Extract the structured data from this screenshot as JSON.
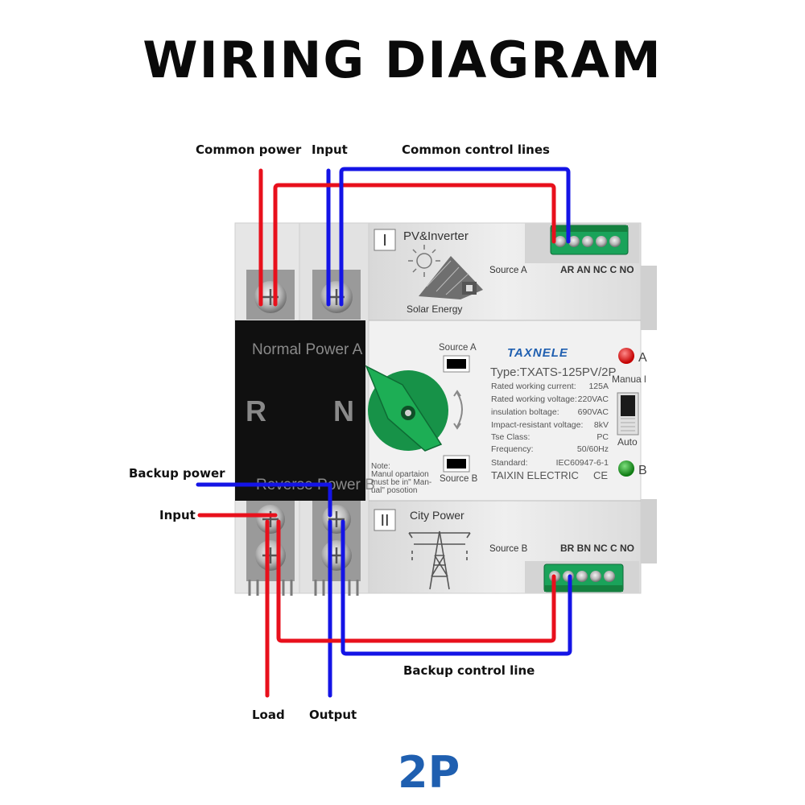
{
  "title": "WIRING DIAGRAM",
  "poles": "2P",
  "labels": {
    "common_power": "Common power",
    "input_top": "Input",
    "common_control_lines": "Common control lines",
    "backup_power": "Backup power",
    "input_bottom": "Input",
    "backup_control_line": "Backup control line",
    "load": "Load",
    "output": "Output"
  },
  "device": {
    "section_one_numeral": "I",
    "section_one_name": "PV&Inverter",
    "solar_energy": "Solar Energy",
    "source_a_small": "Source A",
    "terminals_top": "AR AN NC C NO",
    "normal_power": "Normal  Power  A",
    "r": "R",
    "n": "N",
    "reverse_power": "Reverse  Power  B",
    "switch_source_a": "Source  A",
    "switch_source_b": "Source  B",
    "note": [
      "Note:",
      "Manul opartaion",
      "must be in\" Man-",
      "ual\"   posotion"
    ],
    "brand": "TAXNELE",
    "type": "Type:TXATS-125PV/2P",
    "specs": [
      {
        "k": "Rated working current:",
        "v": "125A"
      },
      {
        "k": "Rated working voltage:",
        "v": "220VAC"
      },
      {
        "k": "insulation boltage:",
        "v": "690VAC"
      },
      {
        "k": "Impact-resistant voltage:",
        "v": "8kV"
      },
      {
        "k": "Tse  Class:",
        "v": "PC"
      },
      {
        "k": "Frequency:",
        "v": "50/60Hz"
      },
      {
        "k": "Standard:",
        "v": "IEC60947-6-1"
      }
    ],
    "maker": "TAIXIN ELECTRIC",
    "ce": "CE",
    "ind_a": "A",
    "manual": "Manua l",
    "auto": "Auto",
    "ind_b": "B",
    "section_two_numeral": "II",
    "section_two_name": "City  Power",
    "source_b_small": "Source B",
    "terminals_bottom": "BR BN NC C NO"
  },
  "colors": {
    "red_wire": "#e8101c",
    "blue_wire": "#1414e6",
    "green": "#1aa35a",
    "brand_blue": "#1f5fb0"
  }
}
